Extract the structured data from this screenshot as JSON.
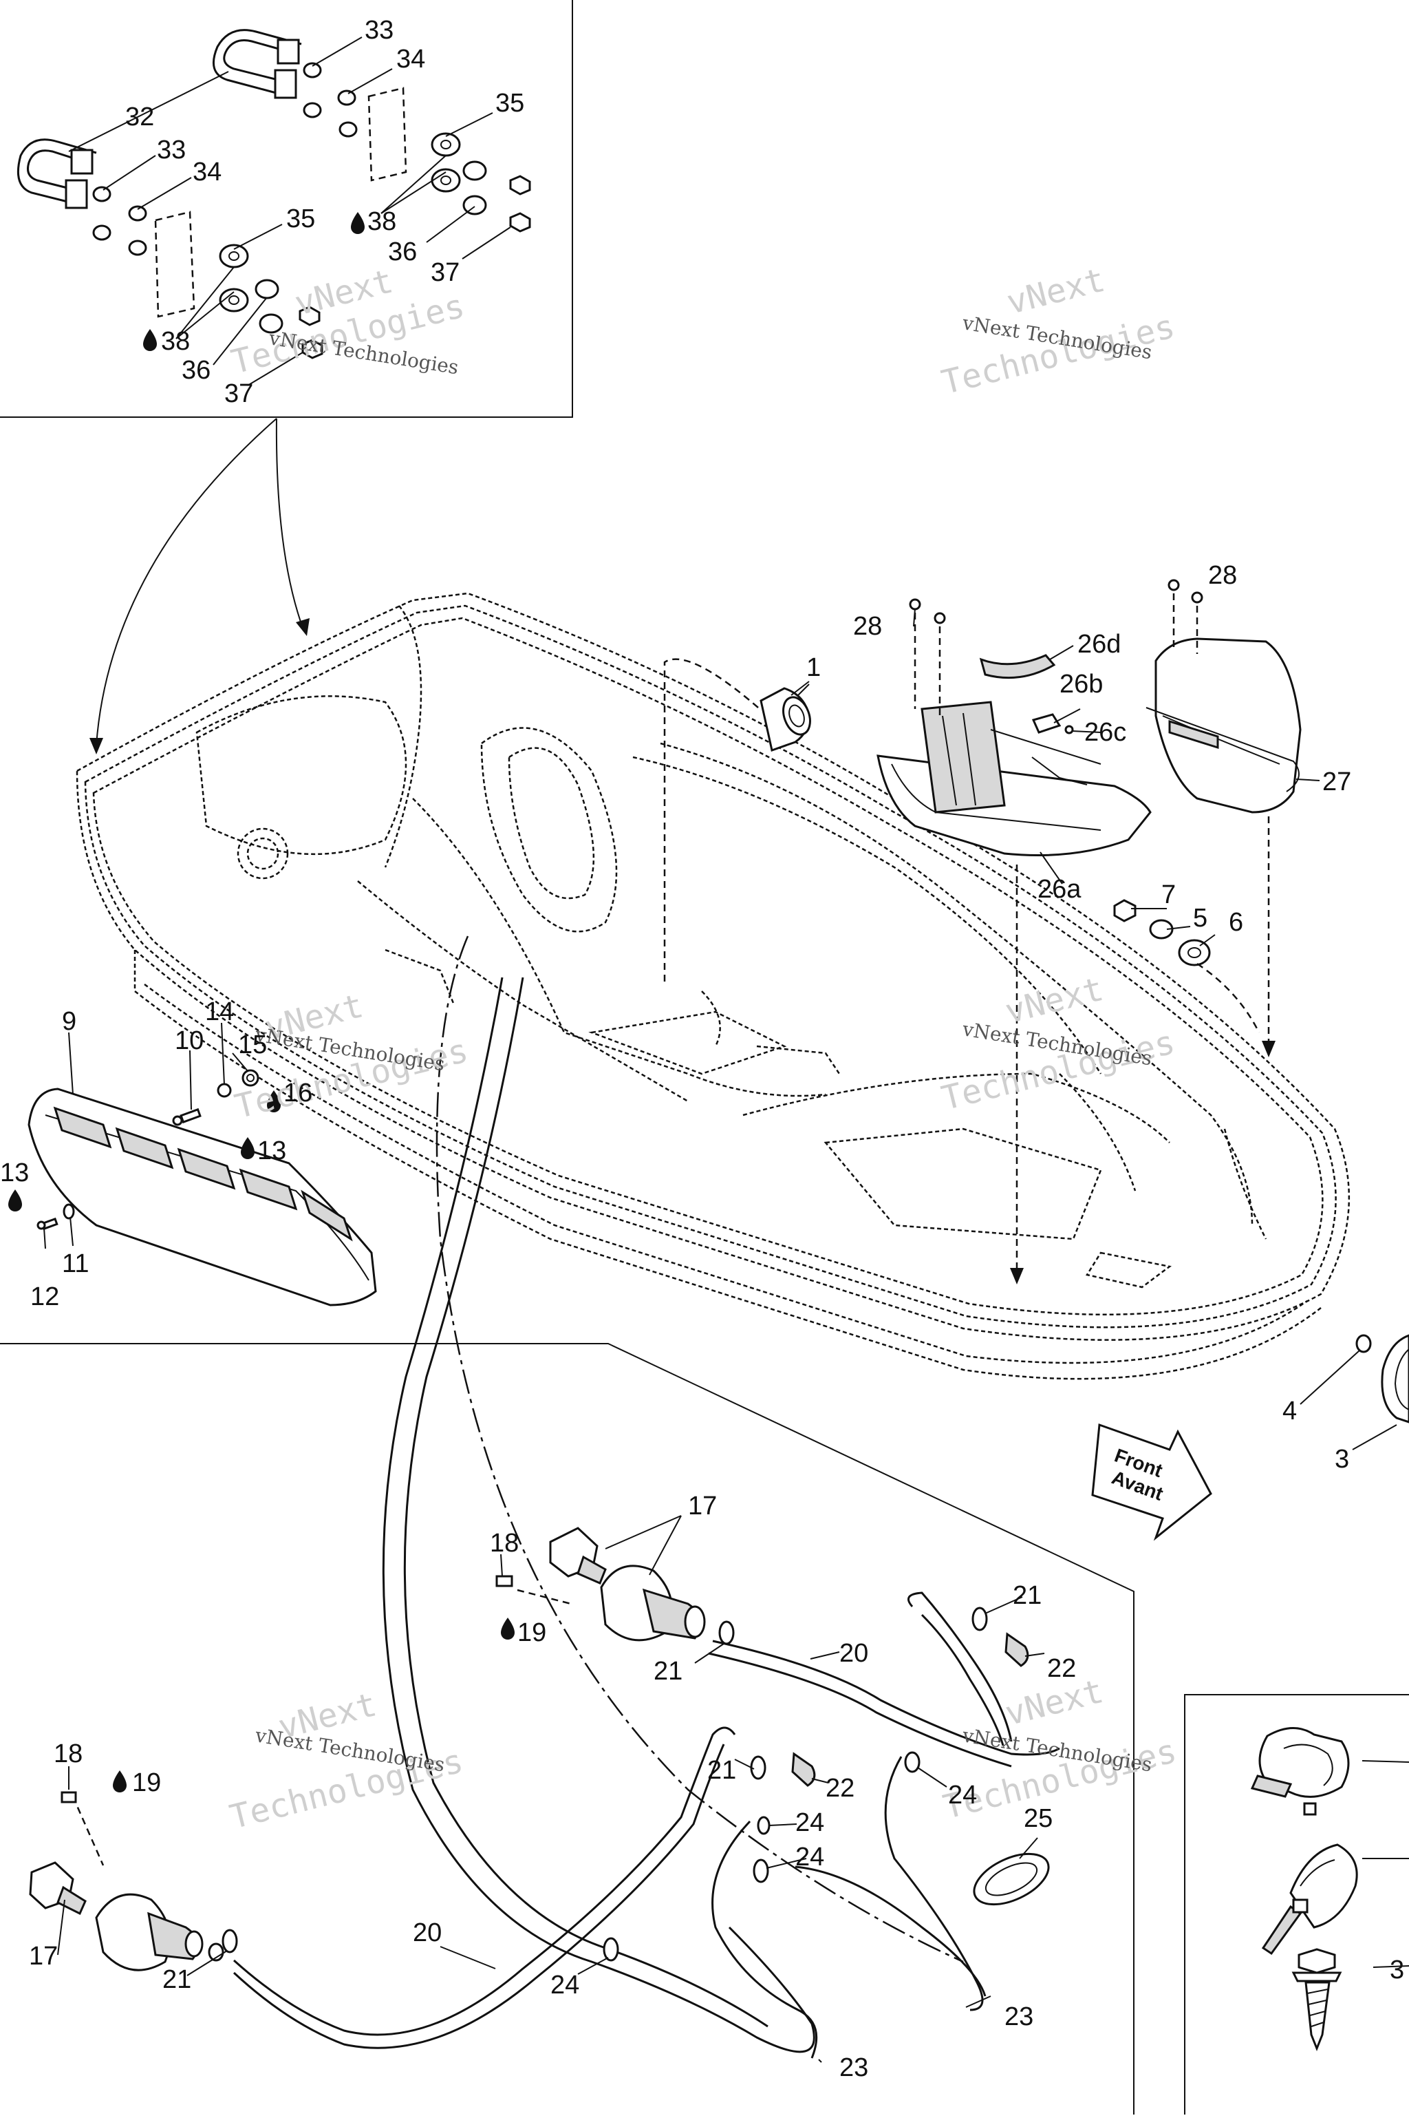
{
  "labels": {
    "l33a": "33",
    "l34a": "34",
    "l35a": "35",
    "l32": "32",
    "l33b": "33",
    "l34b": "34",
    "l38a": "38",
    "l35b": "35",
    "l36a": "36",
    "l37a": "37",
    "l38b": "38",
    "l36b": "36",
    "l37b": "37",
    "l28a": "28",
    "l28b": "28",
    "l1": "1",
    "l26d": "26d",
    "l26b": "26b",
    "l26c": "26c",
    "l27": "27",
    "l26a": "26a",
    "l7": "7",
    "l5": "5",
    "l6": "6",
    "l9": "9",
    "l14": "14",
    "l10": "10",
    "l15": "15",
    "l16": "16",
    "l13a": "13",
    "l13b": "13",
    "l11": "11",
    "l12": "12",
    "l4": "4",
    "l3": "3",
    "l17a": "17",
    "l18a": "18",
    "l19a": "19",
    "l21a": "21",
    "l22a": "22",
    "l21b": "21",
    "l20a": "20",
    "l18b": "18",
    "l19b": "19",
    "l21c": "21",
    "l22b": "22",
    "l24a": "24",
    "l24b": "24",
    "l24c": "24",
    "l25": "25",
    "l17b": "17",
    "l21d": "21",
    "l20b": "20",
    "l24d": "24",
    "l23a": "23",
    "l23b": "23",
    "l3b": "3"
  },
  "front_arrow": {
    "line1": "Front",
    "line2": "Avant"
  },
  "watermark": {
    "brand": "vNext",
    "word": "Technologies",
    "small": "vNext Technologies"
  },
  "colors": {
    "ink": "#111111",
    "watermark": "#cfcfcf",
    "background": "#ffffff"
  }
}
